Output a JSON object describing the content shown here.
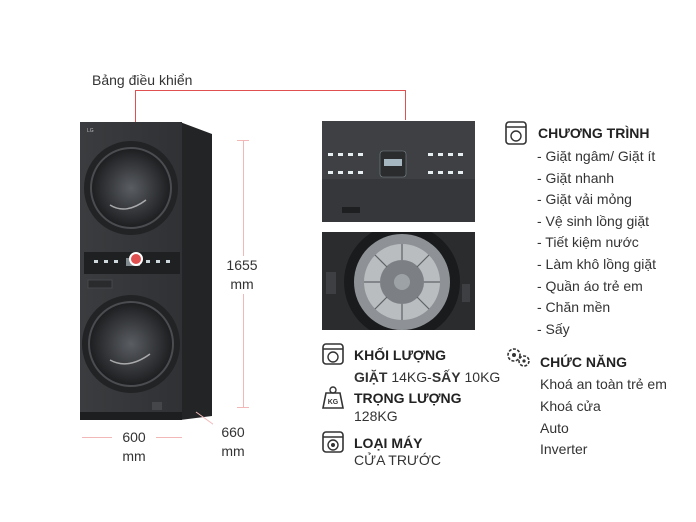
{
  "diagram": {
    "control_panel_label": "Bảng điều khiển",
    "height_value": "1655",
    "height_unit": "mm",
    "width_value": "600",
    "width_unit": "mm",
    "depth_value": "660",
    "depth_unit": "mm",
    "accent_color": "#e05050"
  },
  "specs": {
    "capacity": {
      "icon": "washer-weight-icon",
      "title": "KHỐI LƯỢNG",
      "wash_label": "GIẶT",
      "wash_value": " 14KG-",
      "dry_label": "SẤY",
      "dry_value": " 10KG"
    },
    "weight": {
      "icon": "weight-kg-icon",
      "title": "TRỌNG LƯỢNG",
      "value": "128KG"
    },
    "type": {
      "icon": "washing-machine-icon",
      "title": "LOẠI MÁY",
      "value": "CỬA TRƯỚC"
    }
  },
  "programs": {
    "icon": "washing-machine-icon",
    "title": "CHƯƠNG TRÌNH",
    "items": [
      "- Giặt ngâm/ Giặt ít",
      "- Giặt nhanh",
      "- Giặt vải mỏng",
      "- Vệ sinh lồng giặt",
      "- Tiết kiệm nước",
      "- Làm khô lồng giặt",
      "- Quần áo trẻ em",
      "- Chăn mền",
      "- Sấy"
    ]
  },
  "features": {
    "icon": "settings-gears-icon",
    "title": "CHỨC NĂNG",
    "items": [
      "Khoá an toàn trẻ em",
      "Khoá cửa",
      "Auto",
      "Inverter"
    ]
  },
  "product": {
    "logo_text": "LG"
  }
}
